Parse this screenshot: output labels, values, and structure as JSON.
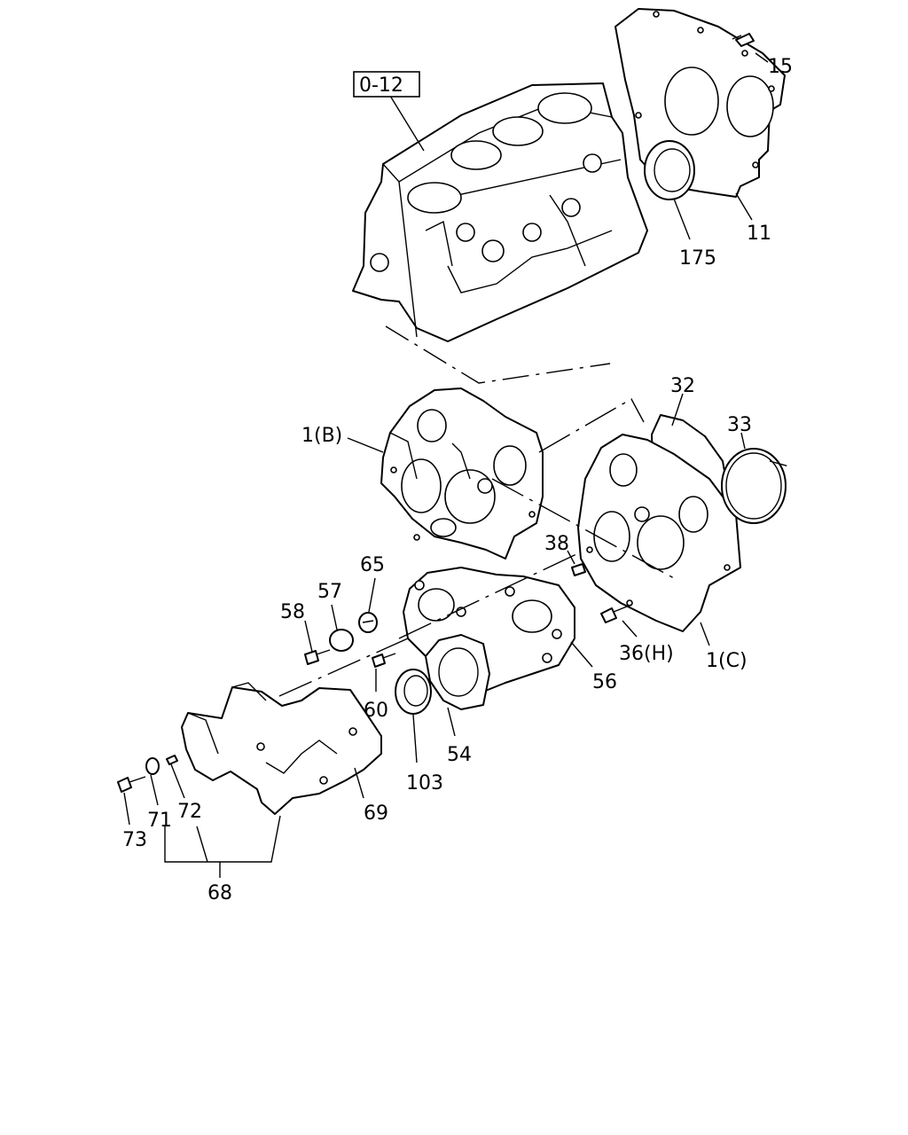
{
  "reference_box": "0-12",
  "labels": {
    "l15": "15",
    "l11": "11",
    "l175": "175",
    "l32": "32",
    "l33": "33",
    "l1b": "1(B)",
    "l38": "38",
    "l65": "65",
    "l57": "57",
    "l58": "58",
    "l36h": "36(H)",
    "l1c": "1(C)",
    "l56": "56",
    "l60": "60",
    "l54": "54",
    "l103": "103",
    "l73": "73",
    "l71": "71",
    "l72": "72",
    "l69": "69",
    "l68": "68"
  }
}
